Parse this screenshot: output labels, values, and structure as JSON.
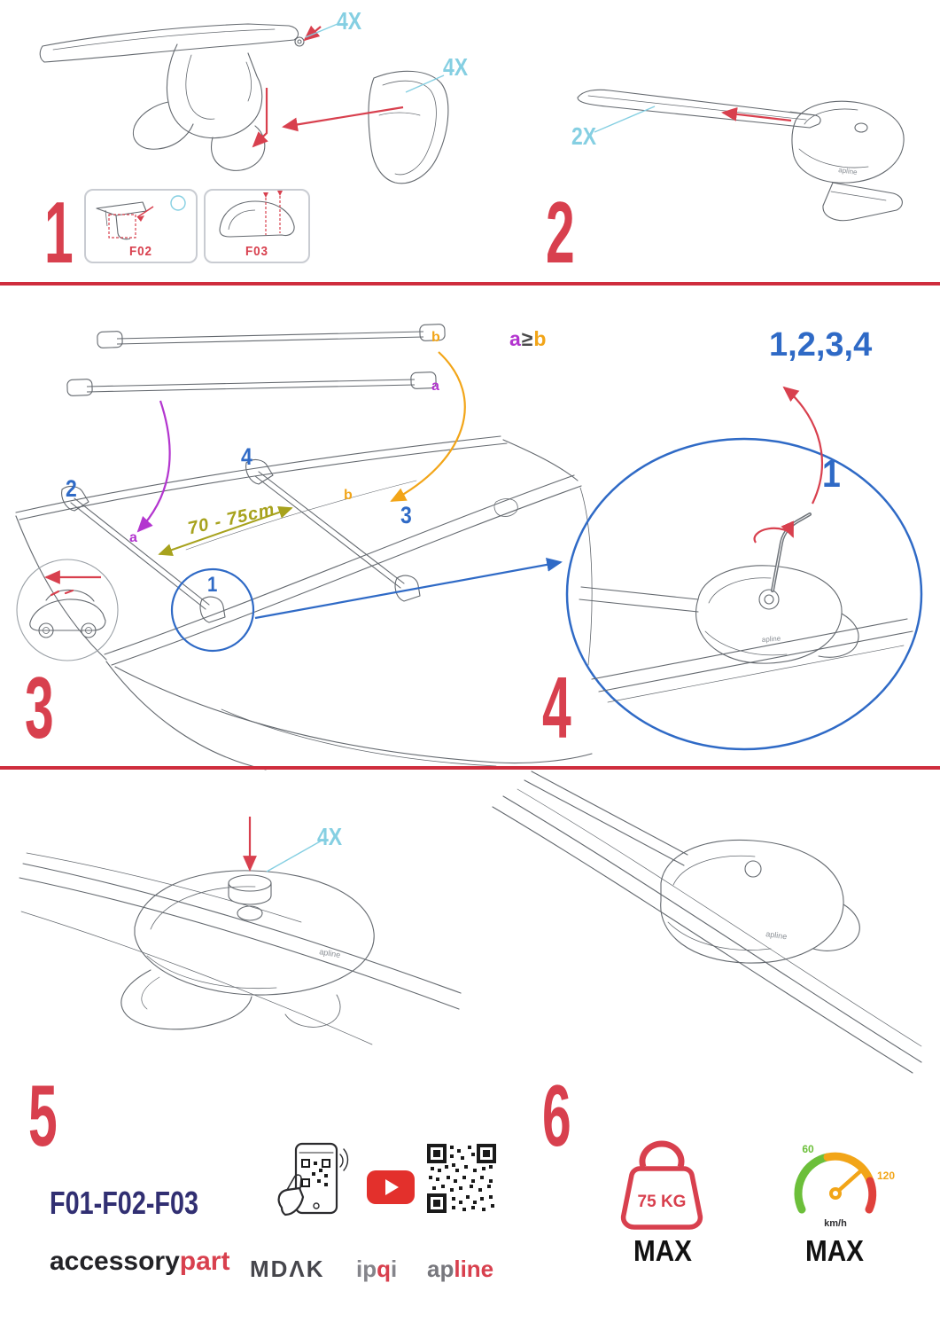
{
  "colors": {
    "red": "#d8404e",
    "cyan": "#85cfe2",
    "blue": "#2f6ac6",
    "purple": "#b335cf",
    "orange": "#f2a518",
    "olive": "#a7a21d",
    "navy": "#312f72",
    "youtube_red": "#e3302c"
  },
  "step1": {
    "number": "1",
    "qty_bolt": "4X",
    "qty_cover": "4X",
    "boxes": [
      {
        "code": "F02"
      },
      {
        "code": "F03"
      }
    ]
  },
  "step2": {
    "number": "2",
    "qty": "2X"
  },
  "step3": {
    "number": "3",
    "rule_a": "a",
    "rule_op": "≥",
    "rule_b": "b",
    "bar_top_label": "b",
    "bar_bottom_label": "a",
    "roof_label_a": "a",
    "roof_label_b": "b",
    "pos_1": "1",
    "pos_2": "2",
    "pos_3": "3",
    "pos_4": "4",
    "distance": "70 - 75cm"
  },
  "step4": {
    "number": "4",
    "sequence": "1,2,3,4",
    "first": "1"
  },
  "step5": {
    "number": "5",
    "qty": "4X"
  },
  "step6": {
    "number": "6"
  },
  "branding": {
    "part_codes": "F01-F02-F03",
    "accessory": "accessory",
    "part": "part",
    "mdak": "MDΛK",
    "ipqi_start": "ip",
    "ipqi_accent": "q",
    "ipqi_end": "i",
    "apline_start": "ap",
    "apline_end": "line",
    "on_part": "apline"
  },
  "limits": {
    "weight_value": "75 KG",
    "weight_max": "MAX",
    "speed_low": "60",
    "speed_high": "120",
    "speed_unit": "km/h",
    "speed_max": "MAX"
  }
}
